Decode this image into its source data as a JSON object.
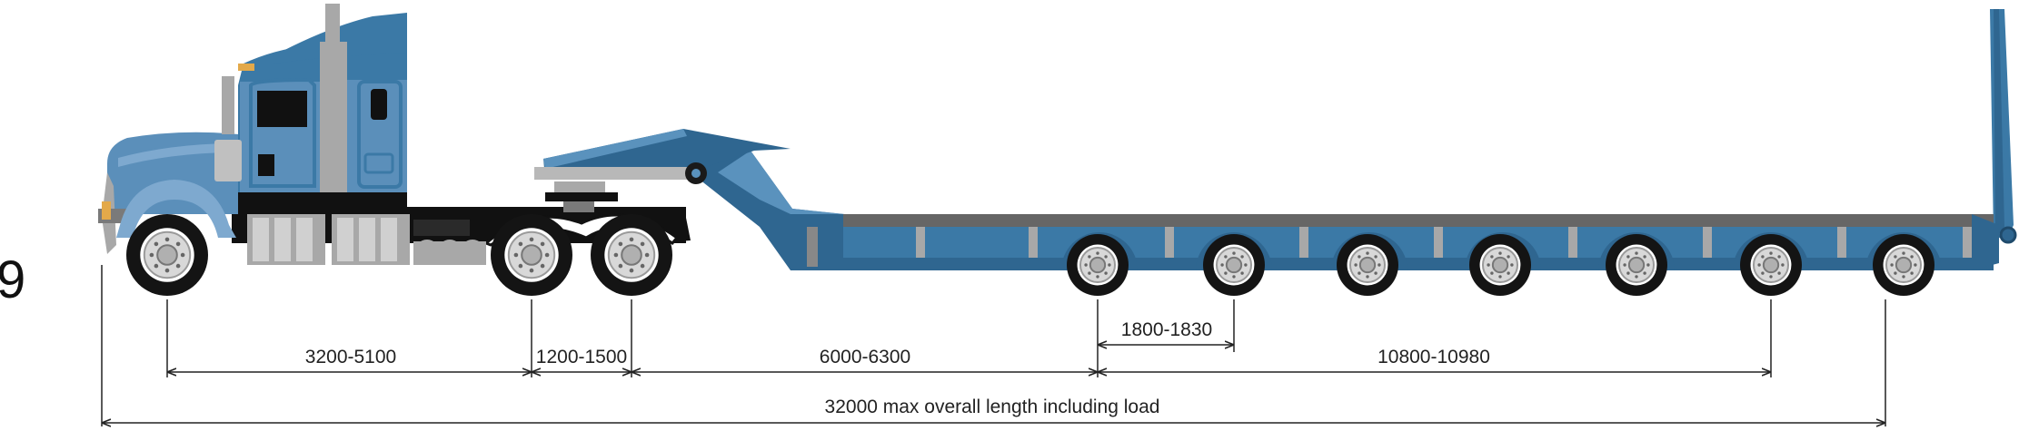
{
  "side_label": "9",
  "colors": {
    "trailer_dark": "#2f6690",
    "trailer_mid": "#3b79a6",
    "trailer_light": "#5a92bd",
    "cab_blue": "#5b8fba",
    "cab_light": "#7ea9cf",
    "tyre": "#141414",
    "hub": "#d8d8d8",
    "chrome": "#b8b8b8",
    "dim_line": "#222222"
  },
  "dimensions": {
    "wheelbase": "3200-5100",
    "tandem_spread": "1200-1500",
    "kingpin_to_trailer_axle": "6000-6300",
    "trailer_axle_spacing": "1800-1830",
    "trailer_axle_group": "10800-10980",
    "overall_length": "32000 max overall length including load"
  }
}
